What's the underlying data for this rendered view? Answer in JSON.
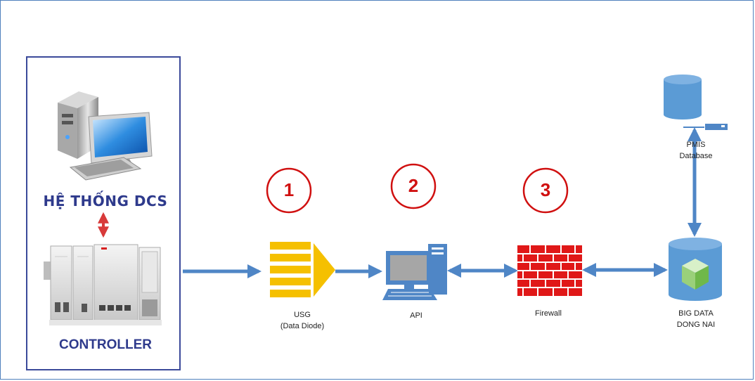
{
  "dcs": {
    "system_label": "HỆ THỐNG DCS",
    "controller_label": "CONTROLLER"
  },
  "nodes": {
    "usg": {
      "line1": "USG",
      "line2": "(Data Diode)",
      "number": "1"
    },
    "api": {
      "line1": "API",
      "number": "2"
    },
    "firewall": {
      "line1": "Firewall",
      "number": "3"
    },
    "bigdata": {
      "line1": "BIG DATA",
      "line2": "DONG NAI"
    },
    "pmis": {
      "line1": "PMIS",
      "line2": "Database"
    }
  },
  "colors": {
    "arrow": "#4f86c6",
    "marker": "#d01010",
    "usg": "#f5c000",
    "firewall": "#e01818",
    "database": "#5b9bd5",
    "panel_border": "#3b4a9a",
    "title_text": "#2e3a8c"
  },
  "icons": {
    "computer": "desktop-computer-icon",
    "controller": "plc-controller-icon",
    "usg": "data-diode-icon",
    "api": "workstation-icon",
    "firewall": "brick-wall-icon",
    "bigdata": "database-cube-icon",
    "pmis": "database-server-icon"
  }
}
